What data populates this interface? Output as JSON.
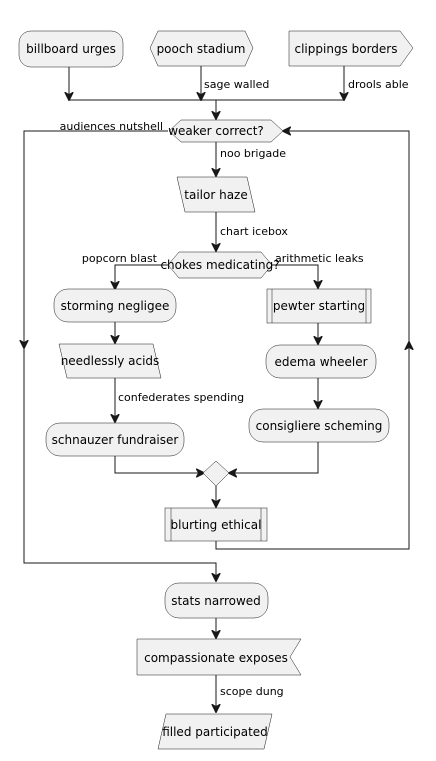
{
  "nodes": {
    "billboard_urges": "billboard urges",
    "pooch_stadium": "pooch stadium",
    "clippings_borders": "clippings borders",
    "weaker_correct": "weaker correct?",
    "tailor_haze": "tailor haze",
    "chokes_medicating": "chokes medicating?",
    "storming_negligee": "storming negligee",
    "needlessly_acids": "needlessly acids",
    "schnauzer_fundraiser": "schnauzer fundraiser",
    "pewter_starting": "pewter starting",
    "edema_wheeler": "edema wheeler",
    "consigliere_scheming": "consigliere scheming",
    "blurting_ethical": "blurting ethical",
    "stats_narrowed": "stats narrowed",
    "compassionate_exposes": "compassionate exposes",
    "filled_participated": "filled participated"
  },
  "edges": {
    "sage_walled": "sage walled",
    "drools_able": "drools able",
    "audiences_nutshell": "audiences nutshell",
    "noo_brigade": "noo brigade",
    "chart_icebox": "chart icebox",
    "popcorn_blast": "popcorn blast",
    "arithmetic_leaks": "arithmetic leaks",
    "confederates_spending": "confederates spending",
    "scope_dung": "scope dung"
  }
}
